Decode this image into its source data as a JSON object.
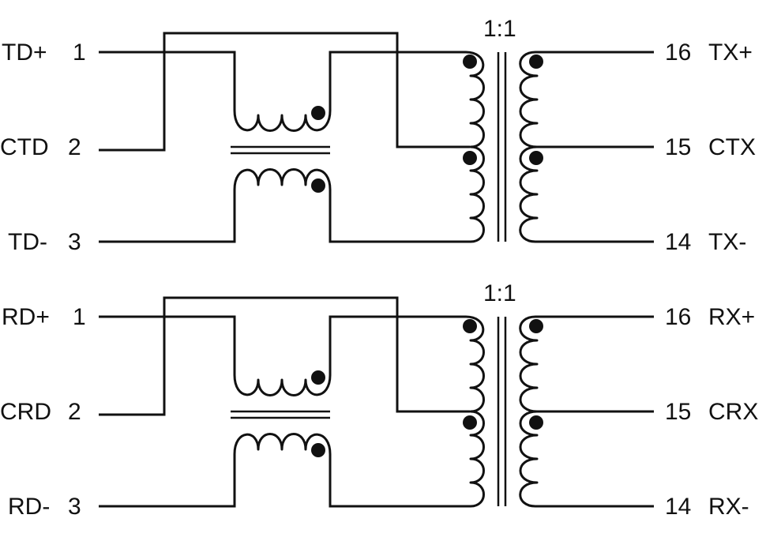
{
  "colors": {
    "ink": "#111111",
    "background": "#ffffff"
  },
  "channels": [
    {
      "id": "transmit",
      "ratio": "1:1",
      "left_pins": [
        {
          "name": "TD+",
          "number": "1"
        },
        {
          "name": "CTD",
          "number": "2"
        },
        {
          "name": "TD-",
          "number": "3"
        }
      ],
      "right_pins": [
        {
          "number": "16",
          "name": "TX+"
        },
        {
          "number": "15",
          "name": "CTX"
        },
        {
          "number": "14",
          "name": "TX-"
        }
      ]
    },
    {
      "id": "receive",
      "ratio": "1:1",
      "left_pins": [
        {
          "name": "RD+",
          "number": "1"
        },
        {
          "name": "CRD",
          "number": "2"
        },
        {
          "name": "RD-",
          "number": "3"
        }
      ],
      "right_pins": [
        {
          "number": "16",
          "name": "RX+"
        },
        {
          "number": "15",
          "name": "CRX"
        },
        {
          "number": "14",
          "name": "RX-"
        }
      ]
    }
  ]
}
